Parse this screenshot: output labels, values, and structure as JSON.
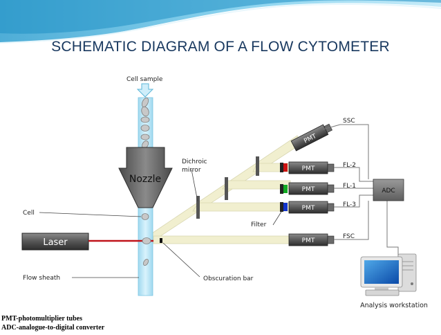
{
  "title": "SCHEMATIC DIAGRAM OF A FLOW CYTOMETER",
  "labels": {
    "cell_sample": "Cell sample",
    "nozzle": "Nozzle",
    "cell": "Cell",
    "laser": "Laser",
    "flow_sheath": "Flow sheath",
    "obscuration_bar": "Obscuration bar",
    "dichroic_mirror": "Dichroic\nmirror",
    "filter": "Filter",
    "adc": "ADC",
    "analysis_workstation": "Analysis workstation",
    "detectors": [
      {
        "pmt": "PMT",
        "channel": "SSC"
      },
      {
        "pmt": "PMT",
        "channel": "FL-2",
        "filter_color": "#cc1111"
      },
      {
        "pmt": "PMT",
        "channel": "FL-1",
        "filter_color": "#11aa22"
      },
      {
        "pmt": "PMT",
        "channel": "FL-3",
        "filter_color": "#1133cc"
      },
      {
        "pmt": "PMT",
        "channel": "FSC"
      }
    ]
  },
  "footnotes": [
    "PMT-photomultiplier tubes",
    "ADC-analogue-to-digital converter"
  ],
  "colors": {
    "title": "#17375e",
    "header_wave": "#4fb3d9",
    "flow_stream": "#bfe8f7",
    "light_path": "#f1efcf",
    "laser_beam": "#c0141a",
    "device": "#6b6b6b"
  }
}
